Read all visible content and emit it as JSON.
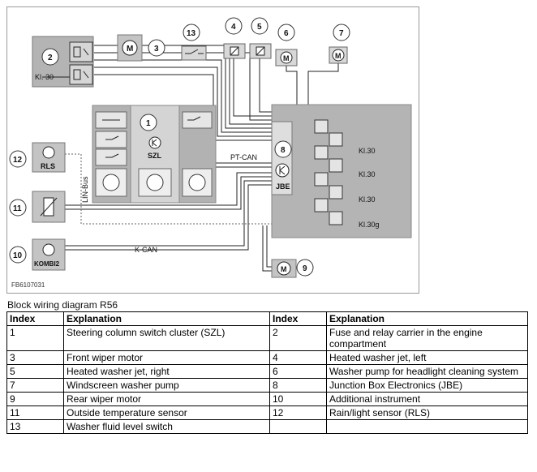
{
  "diagram": {
    "code": "FB6107031",
    "callouts": [
      "1",
      "2",
      "3",
      "4",
      "5",
      "6",
      "7",
      "8",
      "9",
      "10",
      "11",
      "12",
      "13"
    ],
    "labels": {
      "szl": "SZL",
      "jbe": "JBE",
      "rls": "RLS",
      "kombi": "KOMBI2",
      "kl30_left": "Kl. 30",
      "kl30_a": "Kl.30",
      "kl30_b": "Kl.30",
      "kl30_c": "Kl.30",
      "kl30g": "Kl.30g",
      "ptcan": "PT-CAN",
      "kcan": "K-CAN",
      "linbus": "LIN-Bus"
    }
  },
  "caption": "Block wiring diagram R56",
  "table": {
    "headers": [
      "Index",
      "Explanation",
      "Index",
      "Explanation"
    ],
    "rows": [
      [
        "1",
        "Steering column switch cluster (SZL)",
        "2",
        "Fuse and relay carrier in the engine compartment"
      ],
      [
        "3",
        "Front wiper motor",
        "4",
        "Heated washer jet, left"
      ],
      [
        "5",
        "Heated washer jet, right",
        "6",
        "Washer pump for headlight cleaning system"
      ],
      [
        "7",
        "Windscreen washer pump",
        "8",
        "Junction Box Electronics (JBE)"
      ],
      [
        "9",
        "Rear wiper motor",
        "10",
        "Additional instrument"
      ],
      [
        "11",
        "Outside temperature sensor",
        "12",
        "Rain/light sensor (RLS)"
      ],
      [
        "13",
        "Washer fluid level switch",
        "",
        ""
      ]
    ]
  }
}
